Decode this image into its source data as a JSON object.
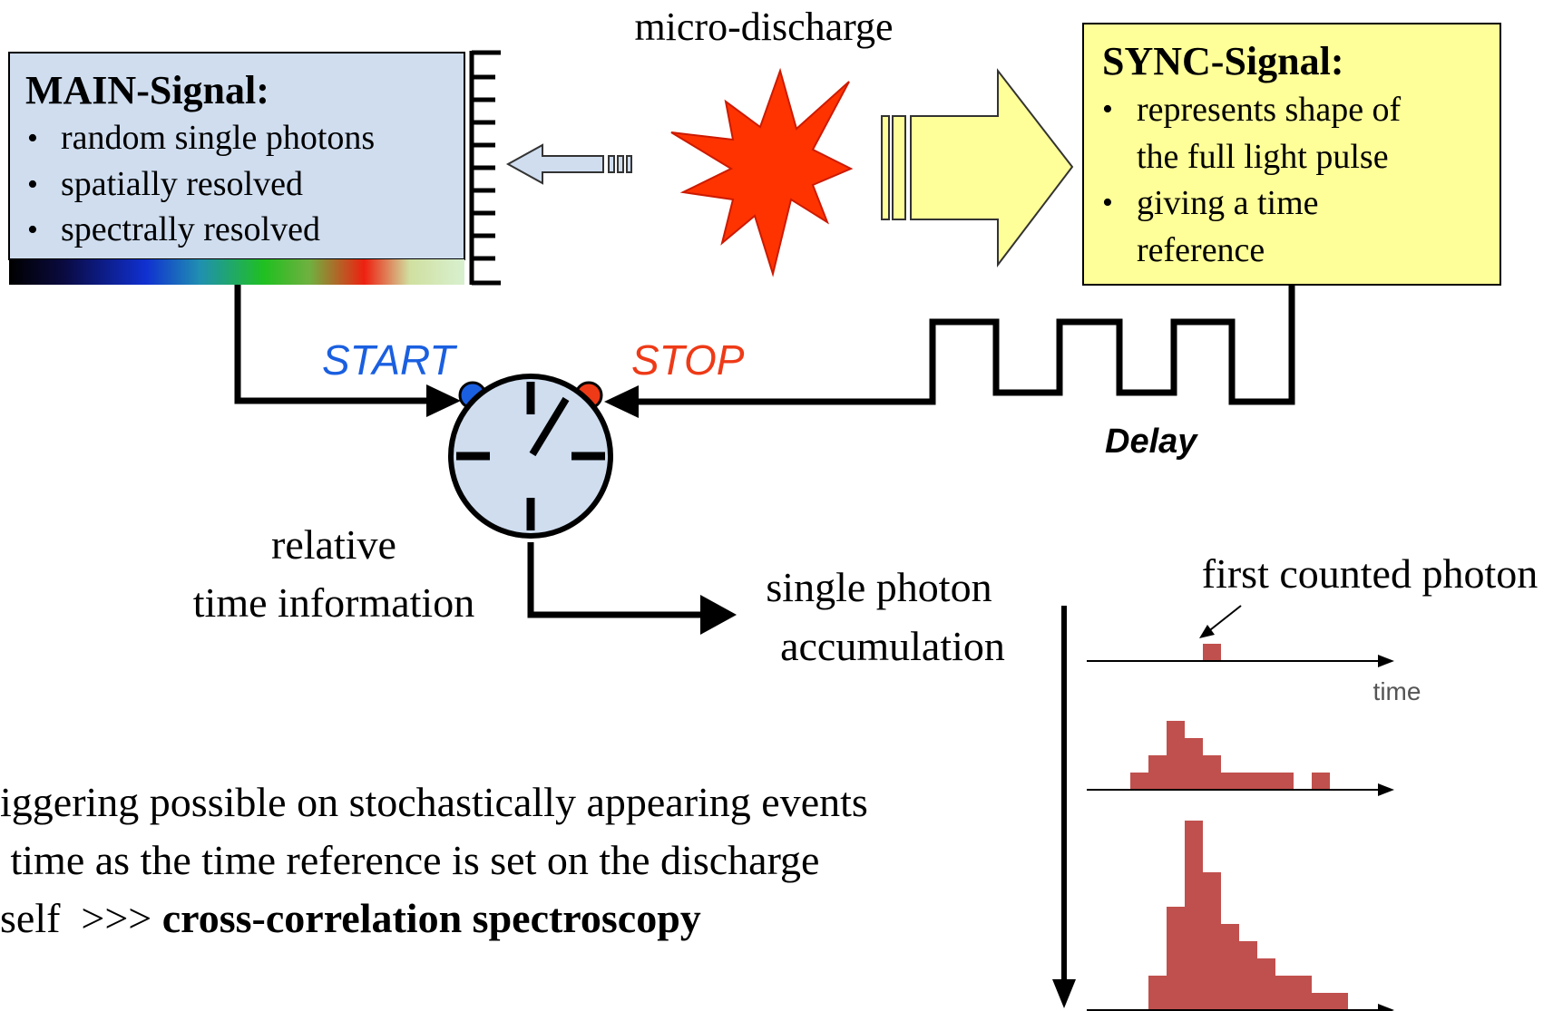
{
  "source_label": "micro-discharge",
  "main_signal": {
    "title": "MAIN-Signal:",
    "bullets": [
      "random single photons",
      "spatially resolved",
      "spectrally resolved"
    ],
    "box_color": "#cfddef"
  },
  "sync_signal": {
    "title": "SYNC-Signal:",
    "bullets": [
      {
        "line1": "represents shape of",
        "line2": "the full light pulse"
      },
      {
        "line1": "giving a time",
        "line2": "reference"
      }
    ],
    "box_color": "#ffff99"
  },
  "timer": {
    "start_label": "START",
    "start_color": "#1a5fe0",
    "stop_label": "STOP",
    "stop_color": "#ee3a17",
    "delay_label": "Delay"
  },
  "relative_time": {
    "line1": "relative",
    "line2": "time information"
  },
  "accumulation": {
    "line1": "single photon",
    "line2": "accumulation"
  },
  "histogram": {
    "first_label": "first counted photon",
    "axis_label": "time",
    "bar_color": "#c0504d",
    "stages": [
      [
        0,
        0,
        0,
        0,
        0,
        1,
        0,
        0,
        0,
        0,
        0,
        0,
        0,
        0,
        0,
        0,
        0
      ],
      [
        0,
        1,
        2,
        4,
        3,
        2,
        1,
        1,
        1,
        1,
        0,
        1,
        0,
        0,
        0,
        0,
        0
      ],
      [
        0,
        0,
        2,
        6,
        11,
        8,
        5,
        4,
        3,
        2,
        2,
        1,
        1,
        0,
        0,
        0,
        0
      ]
    ]
  },
  "bottom_text": {
    "line1": "iggering possible on stochastically appearing events",
    "line2": " time as the time reference is set on the discharge",
    "line3_plain": "self  >>> ",
    "line3_bold": "cross-correlation spectroscopy"
  }
}
